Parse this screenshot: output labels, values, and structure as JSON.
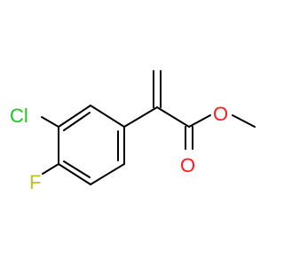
{
  "molecule": {
    "atoms": {
      "chlorine": "Cl",
      "fluorine": "F",
      "ether_oxygen": "O",
      "carbonyl_oxygen": "O"
    },
    "colors": {
      "chlorine": "#22c222",
      "fluorine": "#c0c020",
      "oxygen": "#ff1a1a",
      "methylene": "#ff3333",
      "bond": "#000000"
    }
  }
}
